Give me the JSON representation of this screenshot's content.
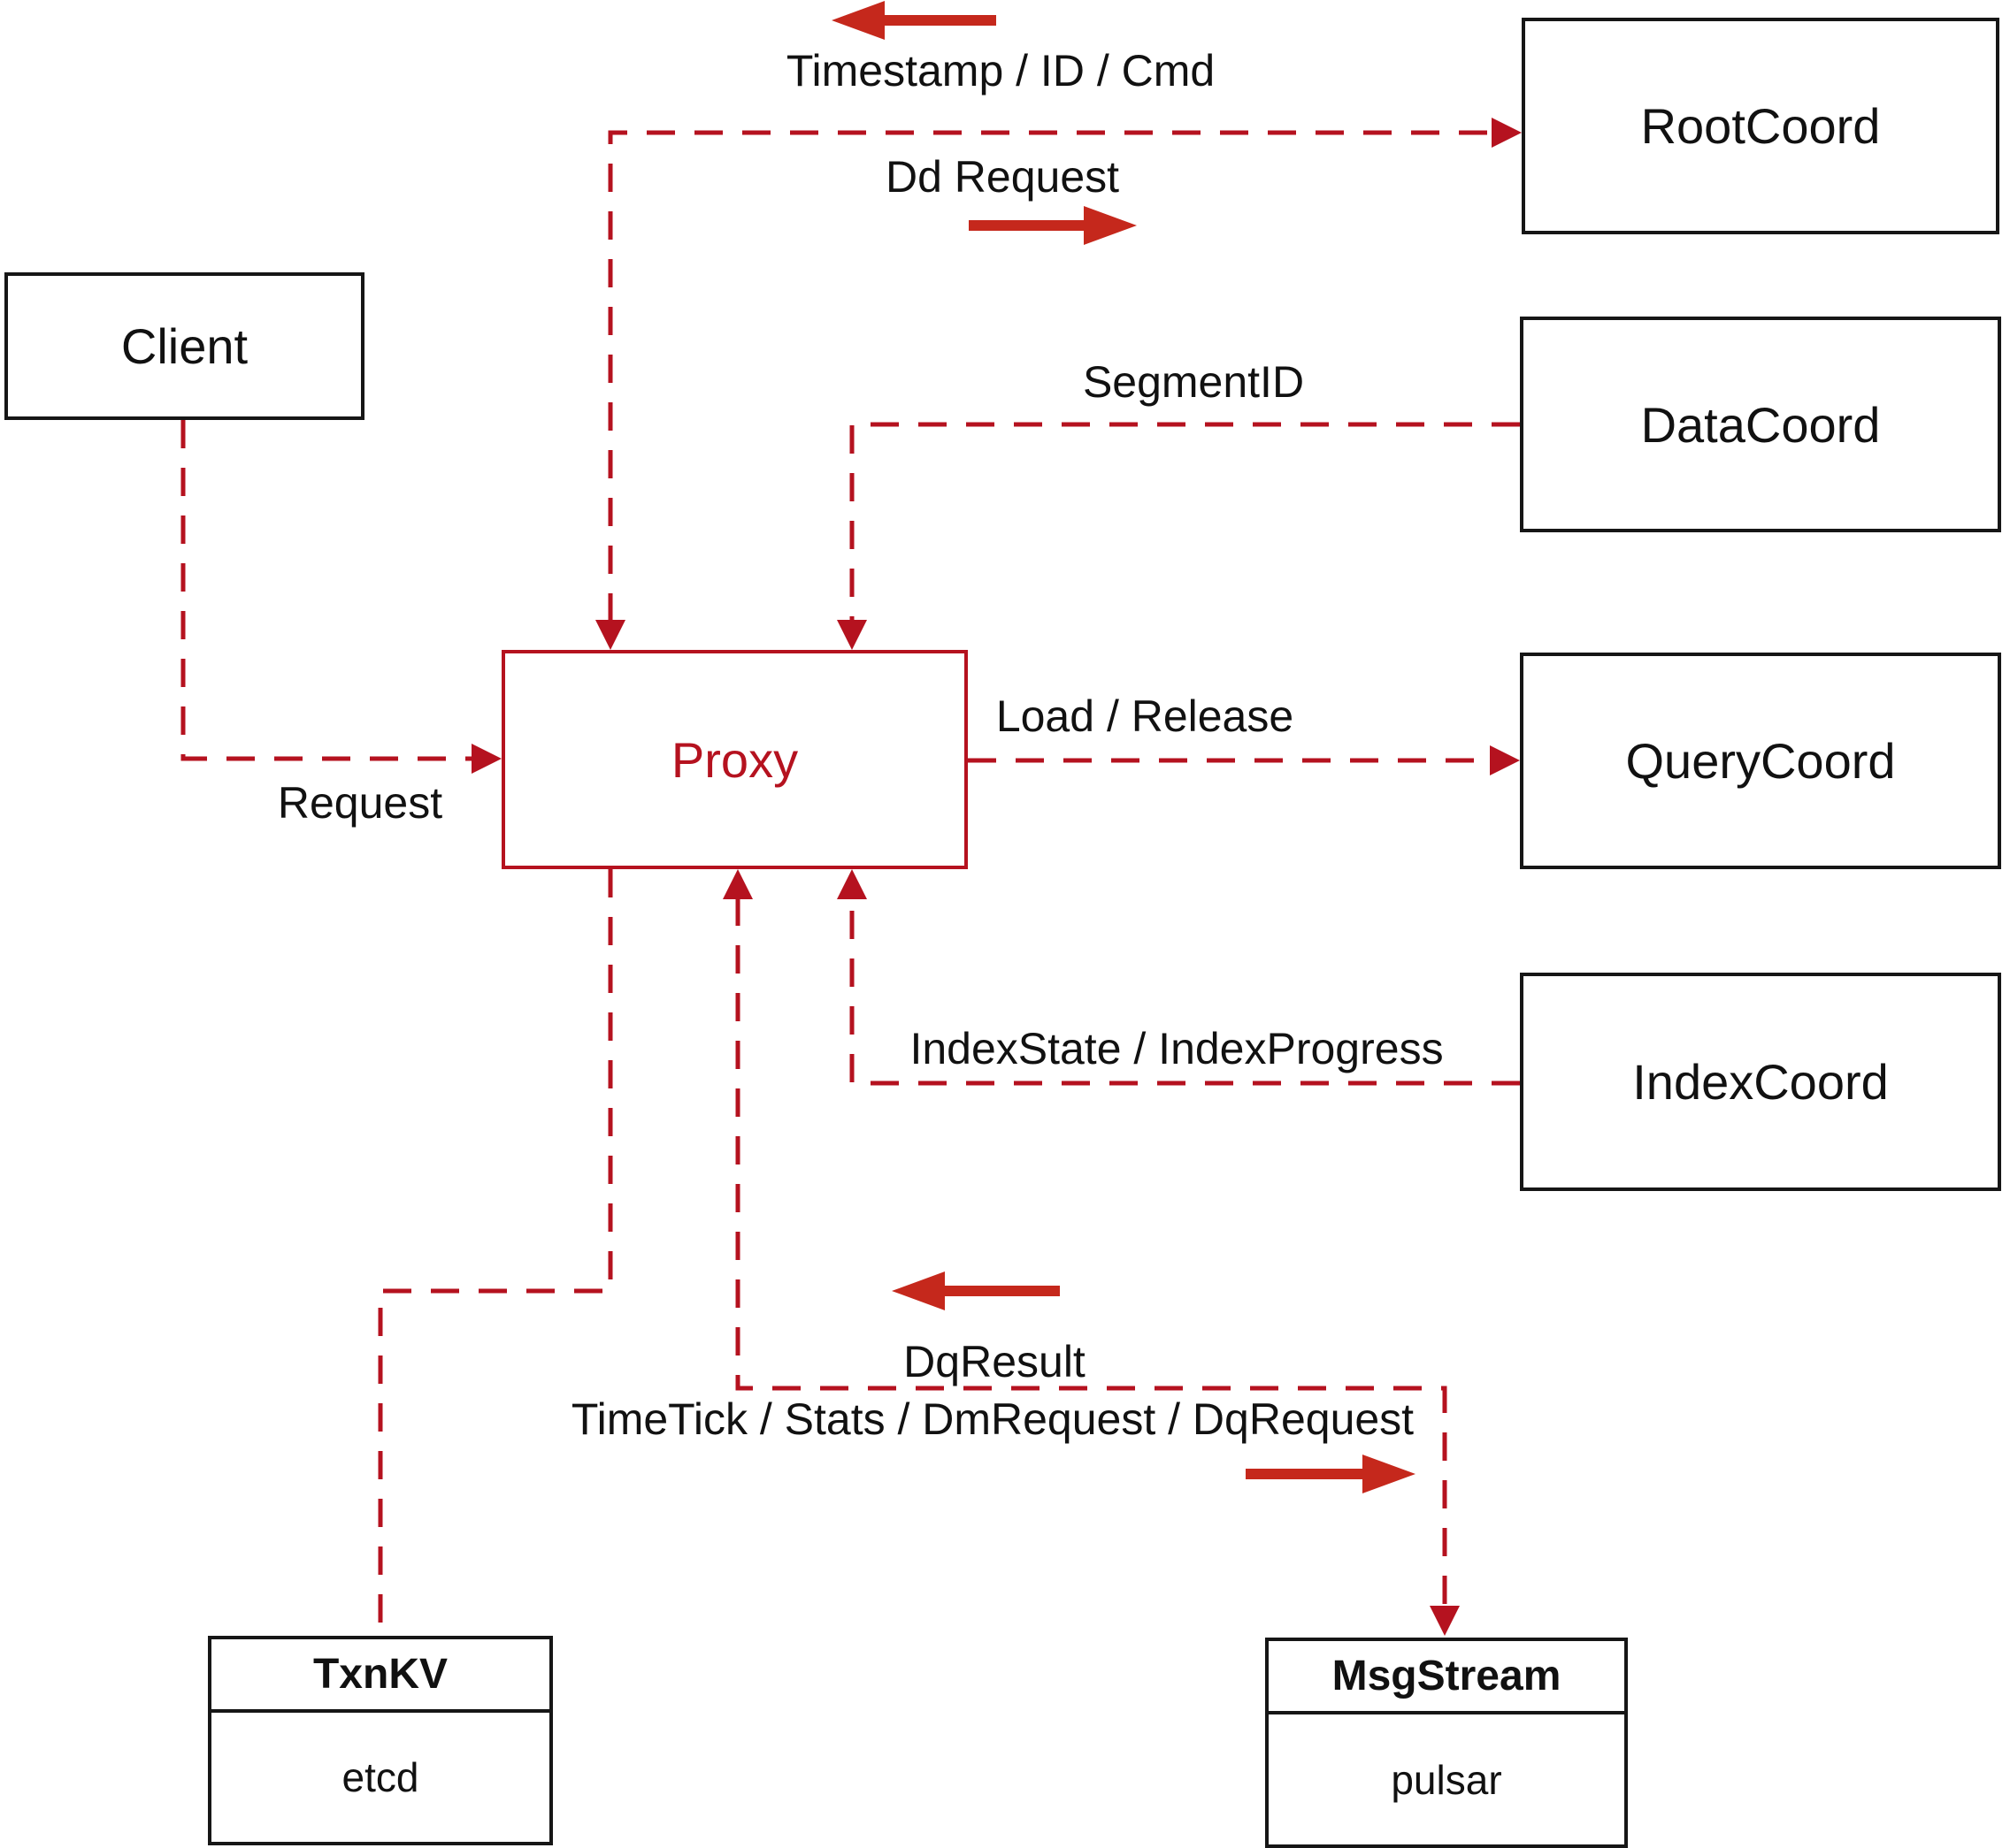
{
  "colors": {
    "dashed_red": "#b5121f",
    "solid_red": "#c5281c",
    "box_black": "#161616",
    "text_black": "#111111",
    "bg": "#ffffff"
  },
  "nodes": {
    "client": {
      "label": "Client"
    },
    "proxy": {
      "label": "Proxy"
    },
    "root_coord": {
      "label": "RootCoord"
    },
    "data_coord": {
      "label": "DataCoord"
    },
    "query_coord": {
      "label": "QueryCoord"
    },
    "index_coord": {
      "label": "IndexCoord"
    }
  },
  "stores": {
    "txn_kv": {
      "title": "TxnKV",
      "impl": "etcd"
    },
    "msg_stream": {
      "title": "MsgStream",
      "impl": "pulsar"
    }
  },
  "edge_labels": {
    "timestamp_id_cmd": "Timestamp / ID / Cmd",
    "dd_request": "Dd Request",
    "segment_id": "SegmentID",
    "request": "Request",
    "load_release": "Load / Release",
    "index_state_progress": "IndexState / IndexProgress",
    "dq_result": "DqResult",
    "timetick_stats": "TimeTick / Stats / DmRequest / DqRequest"
  }
}
